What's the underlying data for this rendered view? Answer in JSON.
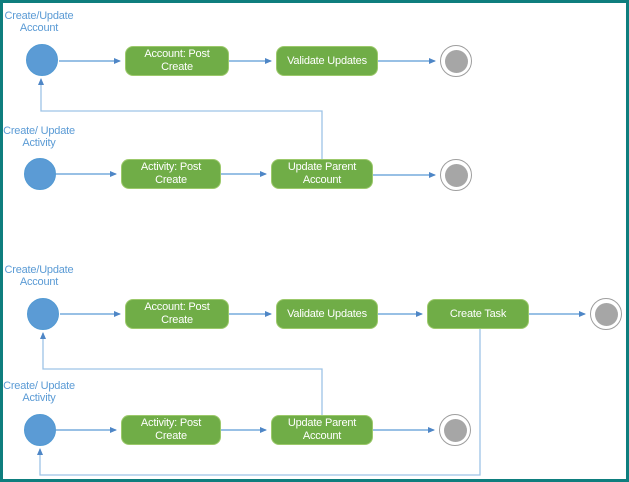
{
  "colors": {
    "canvas_border": "#0e7e7e",
    "task_green": "#70ad47",
    "task_green_border": "#9cc96b",
    "start_blue": "#5b9bd5",
    "end_gray": "#a6a6a6",
    "connector_blue": "#5b9bd5",
    "connector_light_blue": "#9dc3e6",
    "label_blue": "#5b9bd5"
  },
  "top": {
    "account_label": {
      "line1": "Create/Update",
      "line2": "Account"
    },
    "activity_label": {
      "line1": "Create/ Update",
      "line2": "Activity"
    },
    "account_post_create": "Account: Post Create",
    "validate_updates": "Validate Updates",
    "activity_post_create": "Activity: Post Create",
    "update_parent_account": "Update Parent Account"
  },
  "bottom": {
    "account_label": {
      "line1": "Create/Update",
      "line2": "Account"
    },
    "activity_label": {
      "line1": "Create/ Update",
      "line2": "Activity"
    },
    "account_post_create": "Account: Post Create",
    "validate_updates": "Validate Updates",
    "create_task": "Create Task",
    "activity_post_create": "Activity: Post Create",
    "update_parent_account": "Update Parent Account"
  }
}
